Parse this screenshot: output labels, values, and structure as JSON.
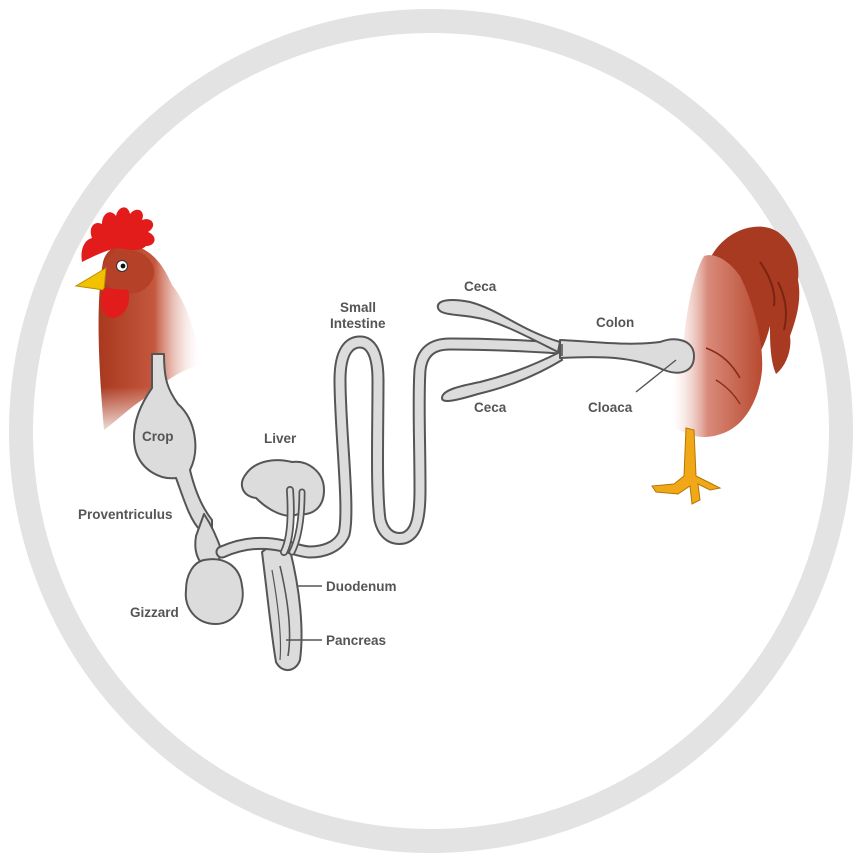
{
  "labels": {
    "crop": "Crop",
    "proventriculus": "Proventriculus",
    "gizzard": "Gizzard",
    "liver": "Liver",
    "duodenum": "Duodenum",
    "pancreas": "Pancreas",
    "small_intestine_line1": "Small",
    "small_intestine_line2": "Intestine",
    "ceca_top": "Ceca",
    "ceca_bottom": "Ceca",
    "colon": "Colon",
    "cloaca": "Cloaca"
  },
  "colors": {
    "ring": "#e3e3e3",
    "organ_fill": "#dcdcdc",
    "outline": "#555555",
    "label": "#555555",
    "feather": "#a83a22",
    "comb": "#e21b1b",
    "beak": "#f2c200",
    "leg": "#f0a818"
  }
}
